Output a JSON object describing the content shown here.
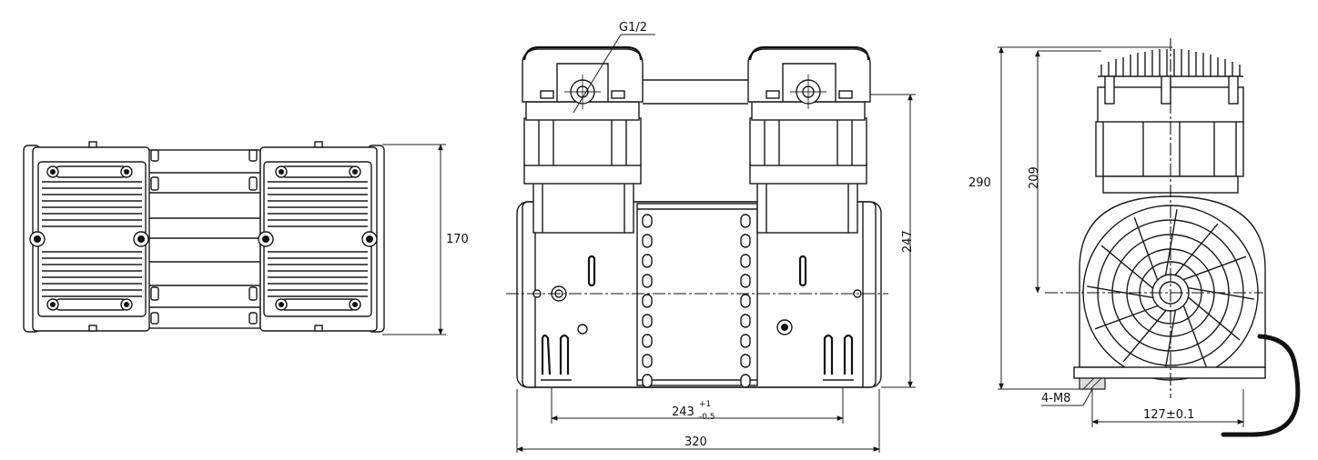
{
  "labels": {
    "port_thread": "G1/2",
    "height_side_view": "170",
    "height_front_view": "247",
    "mount_spacing": "243",
    "mount_tol_upper": "+1",
    "mount_tol_lower": "-0.5",
    "overall_length": "320",
    "overall_height": "290",
    "axis_height": "209",
    "bolt_spec": "4-M8",
    "foot_width": "127±0.1"
  },
  "colors": {
    "line": "#1a1a1a",
    "shade": "#dcdcdc",
    "background": "#ffffff"
  }
}
